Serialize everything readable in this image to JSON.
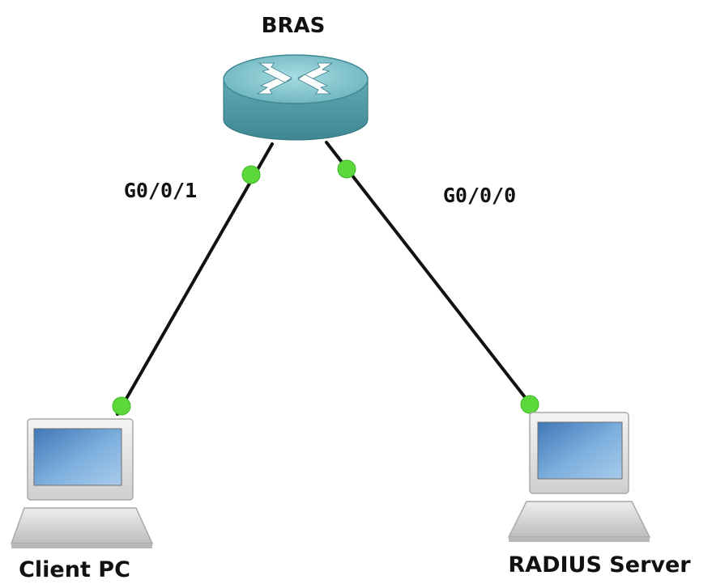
{
  "nodes": {
    "router": {
      "label": "BRAS"
    },
    "client": {
      "label": "Client PC"
    },
    "server": {
      "label": "RADIUS Server"
    }
  },
  "interfaces": {
    "left": "G0/0/1",
    "right": "G0/0/0"
  },
  "colors": {
    "link": "#111111",
    "port": "#5cd83a",
    "router_top": "#7fc3cc",
    "router_side": "#4d9aa6",
    "screen": "#6fa5d6"
  }
}
